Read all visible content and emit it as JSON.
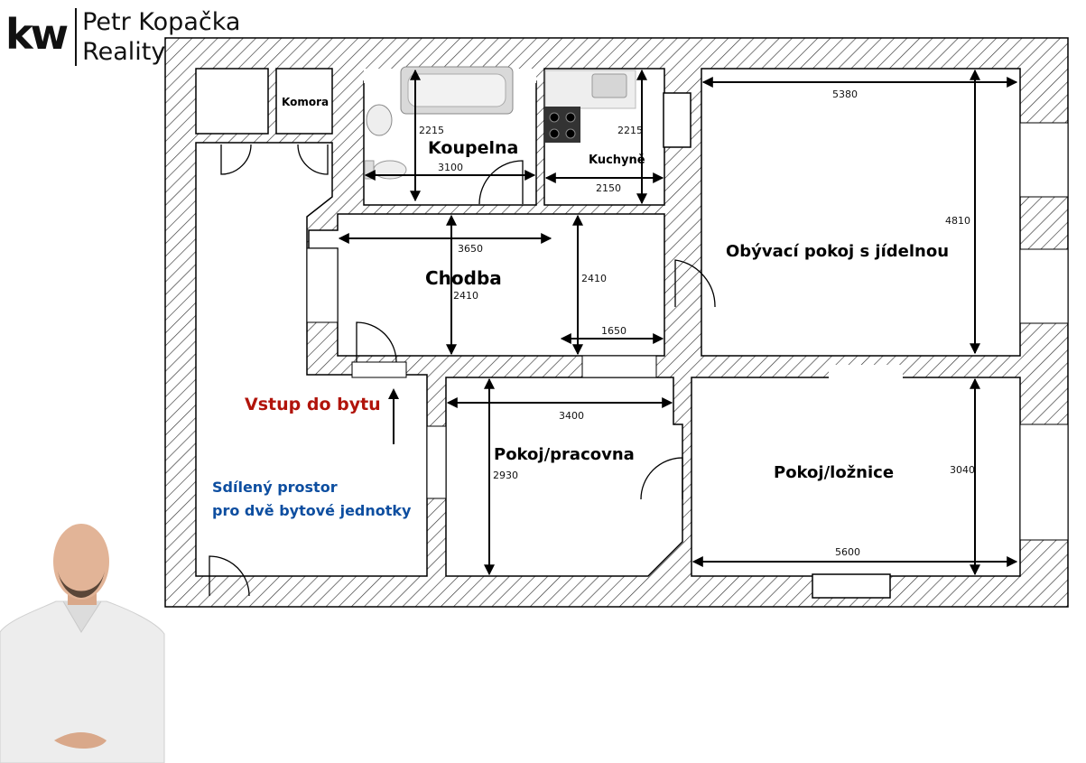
{
  "brand": {
    "logo": "kw",
    "name_line1": "Petr Kopačka",
    "name_line2": "Reality"
  },
  "rooms": {
    "komora": "Komora",
    "koupelna": "Koupelna",
    "kuchyne": "Kuchyně",
    "obyvaci": "Obývací pokoj s jídelnou",
    "chodba": "Chodba",
    "pracovna": "Pokoj/pracovna",
    "loznice": "Pokoj/ložnice"
  },
  "dimensions": {
    "koupelna_h": "2215",
    "koupelna_w": "3100",
    "kuchyne_h": "2215",
    "kuchyne_w": "2150",
    "obyvaci_w": "5380",
    "obyvaci_h": "4810",
    "chodba_w": "3650",
    "chodba_h": "2410",
    "chodba2_h": "2410",
    "chodba2_w": "1650",
    "pracovna_w": "3400",
    "pracovna_h": "2930",
    "loznice_h": "3040",
    "loznice_w": "5600"
  },
  "annotations": {
    "entrance": "Vstup do bytu",
    "shared_line1": "Sdílený prostor",
    "shared_line2": "pro dvě bytové jednotky"
  },
  "icons": [
    "kw-logo",
    "bathtub-icon",
    "sink-icon",
    "toilet-icon",
    "stove-icon",
    "kitchen-sink-icon",
    "door-swing-icon",
    "entrance-arrow-icon",
    "agent-portrait"
  ]
}
